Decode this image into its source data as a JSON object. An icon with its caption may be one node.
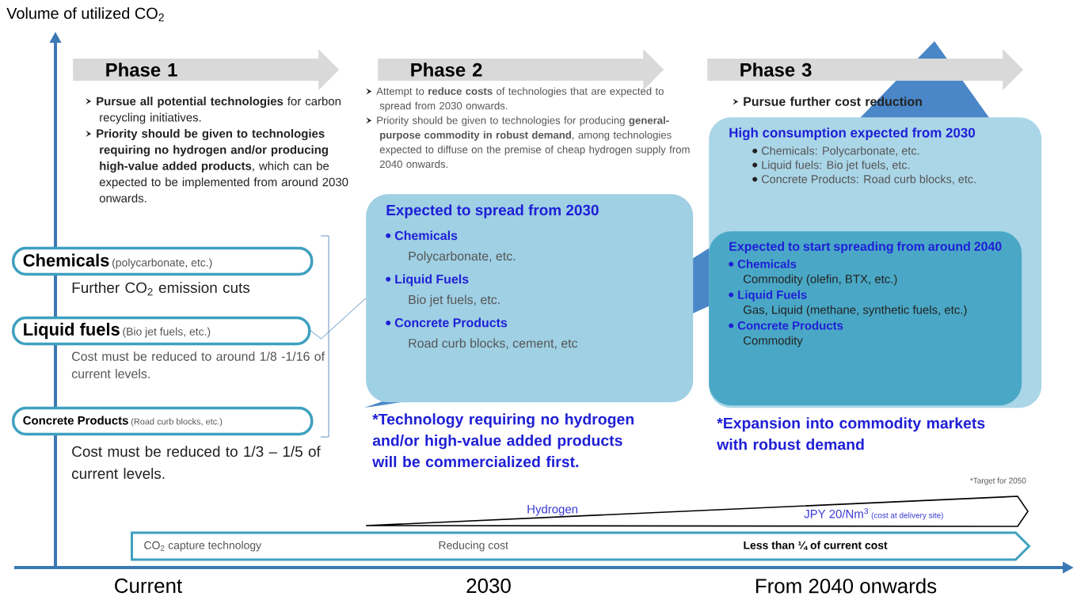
{
  "diagram": {
    "nodes": [
      {
        "text": [
          "Phase 1"
        ],
        "beside": [
          "**Pursue all potential technologies** for carbon recycling initiatives.",
          "**Priority should be given to technologies requiring no hydrogen and/or producing high-value added products**, which can be expected to be implemented from around 2030 onwards."
        ]
      },
      {
        "text": [
          "Phase 2"
        ],
        "beside": [
          "Attempt to **reduce costs** of technologies that are expected to spread from 2030 onwards.",
          "Priority should be given to technologies for producing **general-purpose commodity in robust demand**, among technologies expected to diffuse on the premise of cheap hydrogen supply from 2040 onwards."
        ]
      },
      {
        "text": [
          "Phase 3"
        ],
        "beside": [
          "Pursue further cost reduction"
        ]
      },
      {
        "text": [
          "Chemicals",
          "(polycarbonate, etc.)"
        ],
        "beside": [
          "Further CO$_{2}$ emission cuts"
        ]
      },
      {
        "text": [
          "Liquid fuels",
          "(Bio jet fuels, etc.)"
        ],
        "beside": [
          "Cost must be reduced to around 1/8 -1/16 of current levels."
        ]
      },
      {
        "text": [
          "Concrete Products",
          "(Road curb blocks, etc.)"
        ],
        "beside": [
          "Cost must be reduced to 1/3 – 1/5 of current levels."
        ]
      },
      {
        "text": [
          "Expected to spread from 2030",
          "Chemicals",
          "Polycarbonate, etc.",
          "Liquid Fuels",
          "Bio jet fuels, etc.",
          "Concrete Products",
          "Road curb blocks, cement, etc"
        ],
        "beside": [
          "*Technology requiring no hydrogen and/or high-value added products will be commercialized first."
        ]
      },
      {
        "text": [
          "High consumption expected from 2030",
          "Chemicals: Polycarbonate, etc.",
          "Liquid fuels: Bio jet fuels, etc.",
          "Concrete Products: Road curb blocks, etc."
        ],
        "beside": [
          "*Expansion into commodity markets with robust demand"
        ]
      },
      {
        "text": [
          "Expected to start spreading from around 2040",
          "Chemicals",
          "Commodity (olefin, BTX, etc.)",
          "Liquid Fuels",
          "Gas, Liquid (methane, synthetic fuels, etc.)",
          "Concrete Products",
          "Commodity"
        ],
        "in": 7
      },
      {
        "text": [
          "Hydrogen",
          "JPY 20/Nm$^{3}$",
          "(cost at delivery site)"
        ],
        "beside": [
          "*Target for 2050"
        ]
      },
      {
        "text": [
          "CO$_{2}$ capture technology",
          "Reducing cost",
          "Less than ¼ of current cost"
        ]
      }
    ],
    "edges": [
      {
        "from": 4,
        "to": 6,
        "arrow": "none"
      }
    ],
    "labels": [
      "Volume of utilized CO$_{2}$",
      "Current",
      "2030",
      "From 2040 onwards"
    ]
  }
}
